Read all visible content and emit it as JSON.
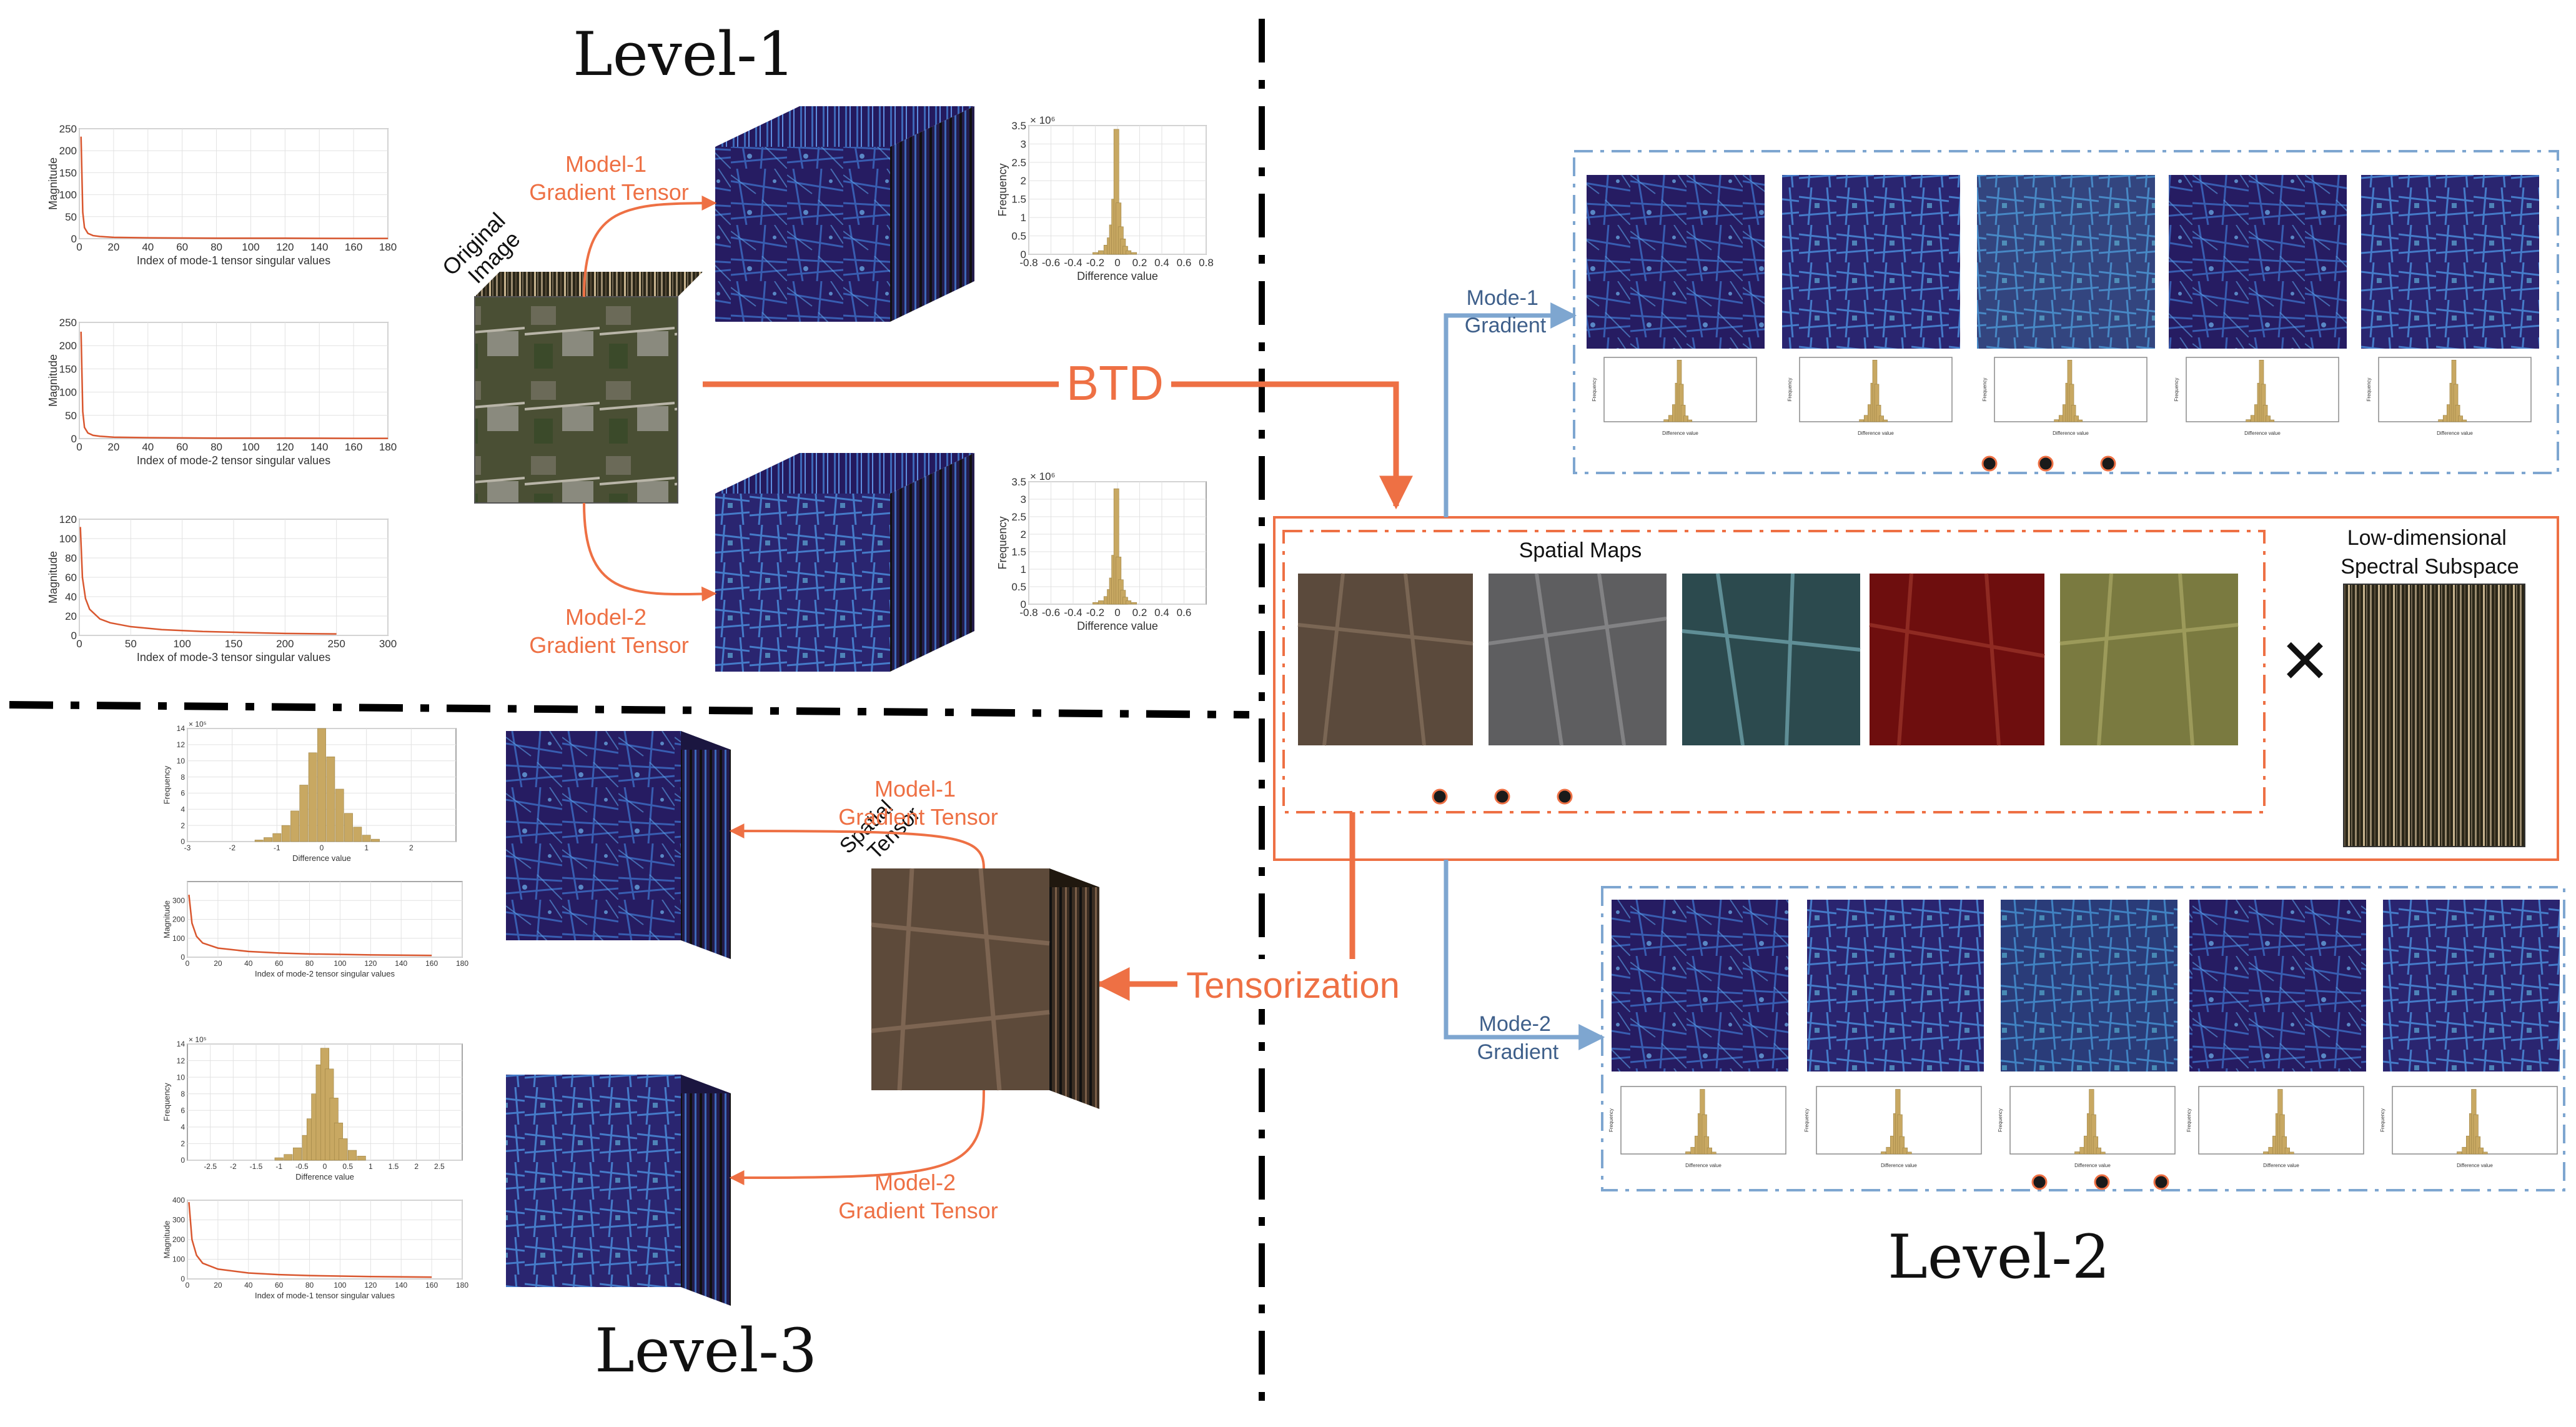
{
  "levels": {
    "level1": "Level-1",
    "level2": "Level-2",
    "level3": "Level-3"
  },
  "labels": {
    "original_image": [
      "Original",
      "Image"
    ],
    "model1_l1": [
      "Model-1",
      "Gradient Tensor"
    ],
    "model2_l1": [
      "Model-2",
      "Gradient Tensor"
    ],
    "btd": "BTD",
    "mode1": [
      "Mode-1",
      "Gradient"
    ],
    "mode2": [
      "Mode-2",
      "Gradient"
    ],
    "spatial_maps": "Spatial Maps",
    "spectral_subspace": [
      "Low-dimensional",
      "Spectral Subspace"
    ],
    "times": "×",
    "tensorization": "Tensorization",
    "spatial_tensor": [
      "Spatial",
      "Tensor"
    ],
    "model1_l3": [
      "Model-1",
      "Gradient Tensor"
    ],
    "model2_l3": [
      "Model-2",
      "Gradient Tensor"
    ]
  },
  "colors": {
    "orange": "#ee7044",
    "blue_arrow": "#7ea6d0",
    "blue_text": "#3e5f8a",
    "gradient_dark": "#241a5e",
    "gradient_light": "#3f6fc0",
    "hist_bar": "#c8a862",
    "curve": "#d9572f"
  },
  "chart_data": [
    {
      "id": "sv-mode1",
      "type": "line",
      "xlabel": "Index of mode-1 tensor singular values",
      "ylabel": "Magnitude",
      "xlim": [
        0,
        180
      ],
      "ylim": [
        0,
        250
      ],
      "xticks": [
        0,
        20,
        40,
        60,
        80,
        100,
        120,
        140,
        160,
        180
      ],
      "yticks": [
        0,
        50,
        100,
        150,
        200,
        250
      ],
      "x": [
        1,
        2,
        3,
        5,
        8,
        12,
        20,
        40,
        80,
        120,
        160,
        180
      ],
      "y": [
        232,
        60,
        25,
        12,
        7,
        5,
        3,
        2,
        1,
        1,
        0.5,
        0.5
      ]
    },
    {
      "id": "sv-mode2",
      "type": "line",
      "xlabel": "Index of mode-2 tensor singular values",
      "ylabel": "Magnitude",
      "xlim": [
        0,
        180
      ],
      "ylim": [
        0,
        250
      ],
      "xticks": [
        0,
        20,
        40,
        60,
        80,
        100,
        120,
        140,
        160,
        180
      ],
      "yticks": [
        0,
        50,
        100,
        150,
        200,
        250
      ],
      "x": [
        1,
        2,
        3,
        5,
        8,
        12,
        20,
        40,
        80,
        120,
        160,
        180
      ],
      "y": [
        230,
        58,
        24,
        12,
        7,
        5,
        3,
        2,
        1,
        1,
        0.5,
        0.5
      ]
    },
    {
      "id": "sv-mode3",
      "type": "line",
      "xlabel": "Index of mode-3 tensor singular values",
      "ylabel": "Magnitude",
      "xlim": [
        0,
        300
      ],
      "ylim": [
        0,
        120
      ],
      "xticks": [
        0,
        50,
        100,
        150,
        200,
        250,
        300
      ],
      "yticks": [
        0,
        20,
        40,
        60,
        80,
        100,
        120
      ],
      "x": [
        1,
        3,
        6,
        10,
        20,
        30,
        50,
        80,
        120,
        160,
        200,
        250
      ],
      "y": [
        112,
        60,
        38,
        27,
        17,
        13,
        9,
        6,
        4,
        3,
        2,
        1.5
      ]
    },
    {
      "id": "hist-l1-m1",
      "type": "bar",
      "xlabel": "Difference value",
      "ylabel": "Frequency",
      "yexp": "× 10⁶",
      "xlim": [
        -0.8,
        0.8
      ],
      "ylim": [
        0,
        3.5
      ],
      "xticks": [
        -0.8,
        -0.6,
        -0.4,
        -0.2,
        0,
        0.2,
        0.4,
        0.6,
        0.8
      ],
      "yticks": [
        0,
        0.5,
        1,
        1.5,
        2,
        2.5,
        3,
        3.5
      ],
      "bins": [
        -0.2,
        -0.15,
        -0.1,
        -0.07,
        -0.05,
        -0.03,
        -0.01,
        0.01,
        0.03,
        0.05,
        0.07,
        0.1,
        0.15
      ],
      "values": [
        0.05,
        0.1,
        0.25,
        0.45,
        0.8,
        1.5,
        3.4,
        1.4,
        0.75,
        0.42,
        0.22,
        0.1,
        0.05
      ]
    },
    {
      "id": "hist-l1-m2",
      "type": "bar",
      "xlabel": "Difference value",
      "ylabel": "Frequency",
      "yexp": "× 10⁶",
      "xlim": [
        -0.8,
        0.8
      ],
      "ylim": [
        0,
        3.5
      ],
      "xticks": [
        -0.8,
        -0.6,
        -0.4,
        -0.2,
        0,
        0.2,
        0.4,
        0.6
      ],
      "yticks": [
        0,
        0.5,
        1,
        1.5,
        2,
        2.5,
        3,
        3.5
      ],
      "bins": [
        -0.2,
        -0.15,
        -0.1,
        -0.07,
        -0.05,
        -0.03,
        -0.01,
        0.01,
        0.03,
        0.05,
        0.07,
        0.1,
        0.15
      ],
      "values": [
        0.05,
        0.1,
        0.22,
        0.42,
        0.75,
        1.4,
        3.3,
        1.35,
        0.7,
        0.4,
        0.2,
        0.1,
        0.05
      ]
    },
    {
      "id": "hist-l3-m1",
      "type": "bar",
      "xlabel": "Difference value",
      "ylabel": "Frequency",
      "yexp": "× 10⁵",
      "xlim": [
        -3,
        3
      ],
      "ylim": [
        0,
        14
      ],
      "xticks": [
        -3,
        -2,
        -1,
        0,
        1,
        2
      ],
      "yticks": [
        0,
        2,
        4,
        6,
        8,
        10,
        12,
        14
      ],
      "bins": [
        -1.4,
        -1.2,
        -1.0,
        -0.8,
        -0.6,
        -0.4,
        -0.2,
        0,
        0.2,
        0.4,
        0.6,
        0.8,
        1.0,
        1.2
      ],
      "values": [
        0.2,
        0.5,
        1.0,
        2.0,
        3.8,
        7.0,
        11.0,
        14.0,
        10.5,
        6.5,
        3.5,
        1.8,
        0.8,
        0.3
      ]
    },
    {
      "id": "sv-l3-mode2",
      "type": "line",
      "xlabel": "Index of mode-2 tensor singular values",
      "ylabel": "Magnitude",
      "xlim": [
        0,
        180
      ],
      "ylim": [
        0,
        400
      ],
      "xticks": [
        0,
        20,
        40,
        60,
        80,
        100,
        120,
        140,
        160,
        180
      ],
      "yticks": [
        0,
        100,
        200,
        300
      ],
      "x": [
        1,
        3,
        6,
        10,
        20,
        40,
        60,
        80,
        120,
        160
      ],
      "y": [
        330,
        180,
        110,
        75,
        48,
        30,
        22,
        17,
        12,
        9
      ]
    },
    {
      "id": "hist-l3-m2",
      "type": "bar",
      "xlabel": "Difference value",
      "ylabel": "Frequency",
      "yexp": "× 10⁵",
      "xlim": [
        -3,
        3
      ],
      "ylim": [
        0,
        14
      ],
      "xticks": [
        -2.5,
        -2,
        -1.5,
        -1,
        -0.5,
        0,
        0.5,
        1,
        1.5,
        2,
        2.5
      ],
      "yticks": [
        0,
        2,
        4,
        6,
        8,
        10,
        12,
        14
      ],
      "bins": [
        -1.0,
        -0.8,
        -0.6,
        -0.4,
        -0.3,
        -0.2,
        -0.1,
        0,
        0.1,
        0.2,
        0.3,
        0.4,
        0.6,
        0.8
      ],
      "values": [
        0.3,
        0.7,
        1.5,
        3.0,
        5.0,
        8.0,
        11.5,
        13.5,
        11.0,
        7.5,
        4.5,
        2.6,
        1.2,
        0.5
      ]
    },
    {
      "id": "sv-l3-mode1",
      "type": "line",
      "xlabel": "Index of mode-1 tensor singular values",
      "ylabel": "Magnitude",
      "xlim": [
        0,
        180
      ],
      "ylim": [
        0,
        400
      ],
      "xticks": [
        0,
        20,
        40,
        60,
        80,
        100,
        120,
        140,
        160,
        180
      ],
      "yticks": [
        0,
        100,
        200,
        300,
        400
      ],
      "x": [
        1,
        3,
        6,
        10,
        20,
        40,
        60,
        80,
        120,
        160
      ],
      "y": [
        390,
        200,
        120,
        80,
        50,
        30,
        22,
        17,
        12,
        9
      ]
    },
    {
      "id": "mini-hist",
      "type": "bar",
      "xlabel": "Difference value",
      "ylabel": "Frequency",
      "xlim": [
        -0.8,
        0.8
      ],
      "ylim": [
        0,
        12000
      ],
      "bins": [
        -0.15,
        -0.1,
        -0.06,
        -0.03,
        -0.01,
        0.01,
        0.03,
        0.06,
        0.1
      ],
      "values": [
        400,
        1200,
        3200,
        7200,
        11500,
        7000,
        3100,
        1100,
        350
      ]
    }
  ]
}
